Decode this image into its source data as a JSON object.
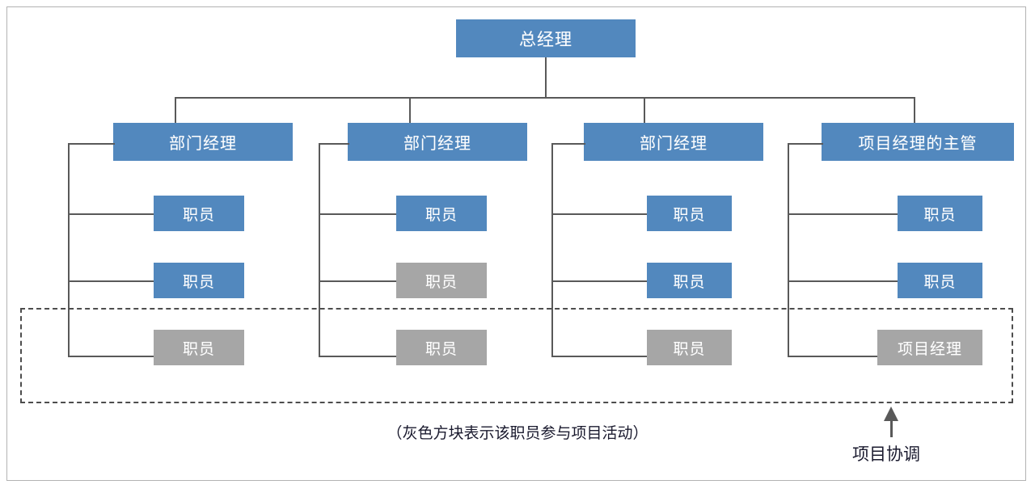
{
  "diagram": {
    "title_box": {
      "label": "总经理",
      "color": "#5288be"
    },
    "columns": [
      {
        "manager": {
          "label": "部门经理",
          "color": "#5288be"
        },
        "reports": [
          {
            "label": "职员",
            "color": "#5288be",
            "in_project": false
          },
          {
            "label": "职员",
            "color": "#5288be",
            "in_project": false
          },
          {
            "label": "职员",
            "color": "#a6a6a6",
            "in_project": true
          }
        ]
      },
      {
        "manager": {
          "label": "部门经理",
          "color": "#5288be"
        },
        "reports": [
          {
            "label": "职员",
            "color": "#5288be",
            "in_project": false
          },
          {
            "label": "职员",
            "color": "#a6a6a6",
            "in_project": true
          },
          {
            "label": "职员",
            "color": "#a6a6a6",
            "in_project": true
          }
        ]
      },
      {
        "manager": {
          "label": "部门经理",
          "color": "#5288be"
        },
        "reports": [
          {
            "label": "职员",
            "color": "#5288be",
            "in_project": false
          },
          {
            "label": "职员",
            "color": "#5288be",
            "in_project": false
          },
          {
            "label": "职员",
            "color": "#a6a6a6",
            "in_project": true
          }
        ]
      },
      {
        "manager": {
          "label": "项目经理的主管",
          "color": "#5288be"
        },
        "reports": [
          {
            "label": "职员",
            "color": "#5288be",
            "in_project": false
          },
          {
            "label": "职员",
            "color": "#5288be",
            "in_project": false
          },
          {
            "label": "项目经理",
            "color": "#a6a6a6",
            "in_project": true
          }
        ]
      }
    ],
    "legend_caption": "（灰色方块表示该职员参与项目活动）",
    "coordination_label": "项目协调",
    "colors": {
      "blue": "#5288be",
      "gray": "#a6a6a6",
      "line": "#595959",
      "dashed": "#4d4d4d",
      "frame": "#b3b3b3",
      "text": "#1a1a2e"
    }
  }
}
